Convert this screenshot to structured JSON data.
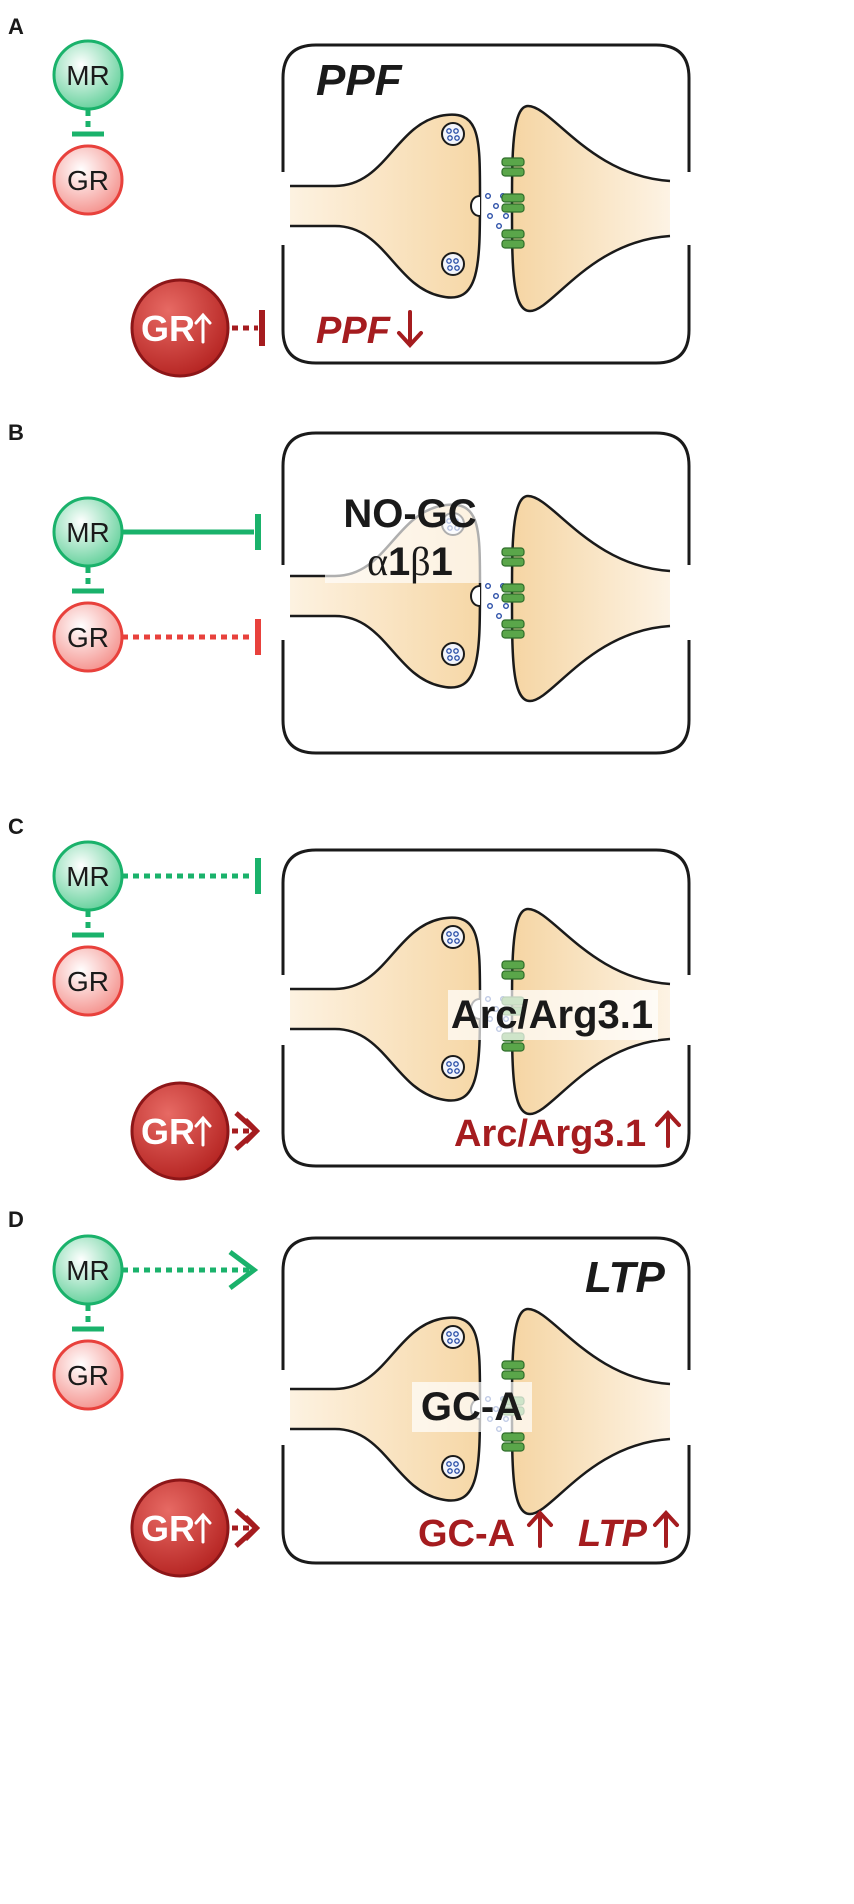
{
  "panels": [
    {
      "letter": "A",
      "mr": "MR",
      "gr": "GR",
      "gr_up": "GR",
      "box_title": "PPF",
      "effect": "PPF"
    },
    {
      "letter": "B",
      "mr": "MR",
      "gr": "GR",
      "label_line1": "NO-GC",
      "label_alpha": "α",
      "label_1a": "1",
      "label_beta": "β",
      "label_1b": "1"
    },
    {
      "letter": "C",
      "mr": "MR",
      "gr": "GR",
      "gr_up": "GR",
      "label": "Arc/Arg3.1",
      "effect": "Arc/Arg3.1"
    },
    {
      "letter": "D",
      "mr": "MR",
      "gr": "GR",
      "gr_up": "GR",
      "box_title": "LTP",
      "label": "GC-A",
      "effect1": "GC-A",
      "effect2": "LTP"
    }
  ],
  "colors": {
    "mr_green": "#1ab26b",
    "gr_red": "#e8413c",
    "dark_red": "#a51c1f",
    "neuron_fill": "#f7d9a8",
    "vesicle_blue": "#2b4fa8",
    "receptor_green": "#5aa64a"
  }
}
